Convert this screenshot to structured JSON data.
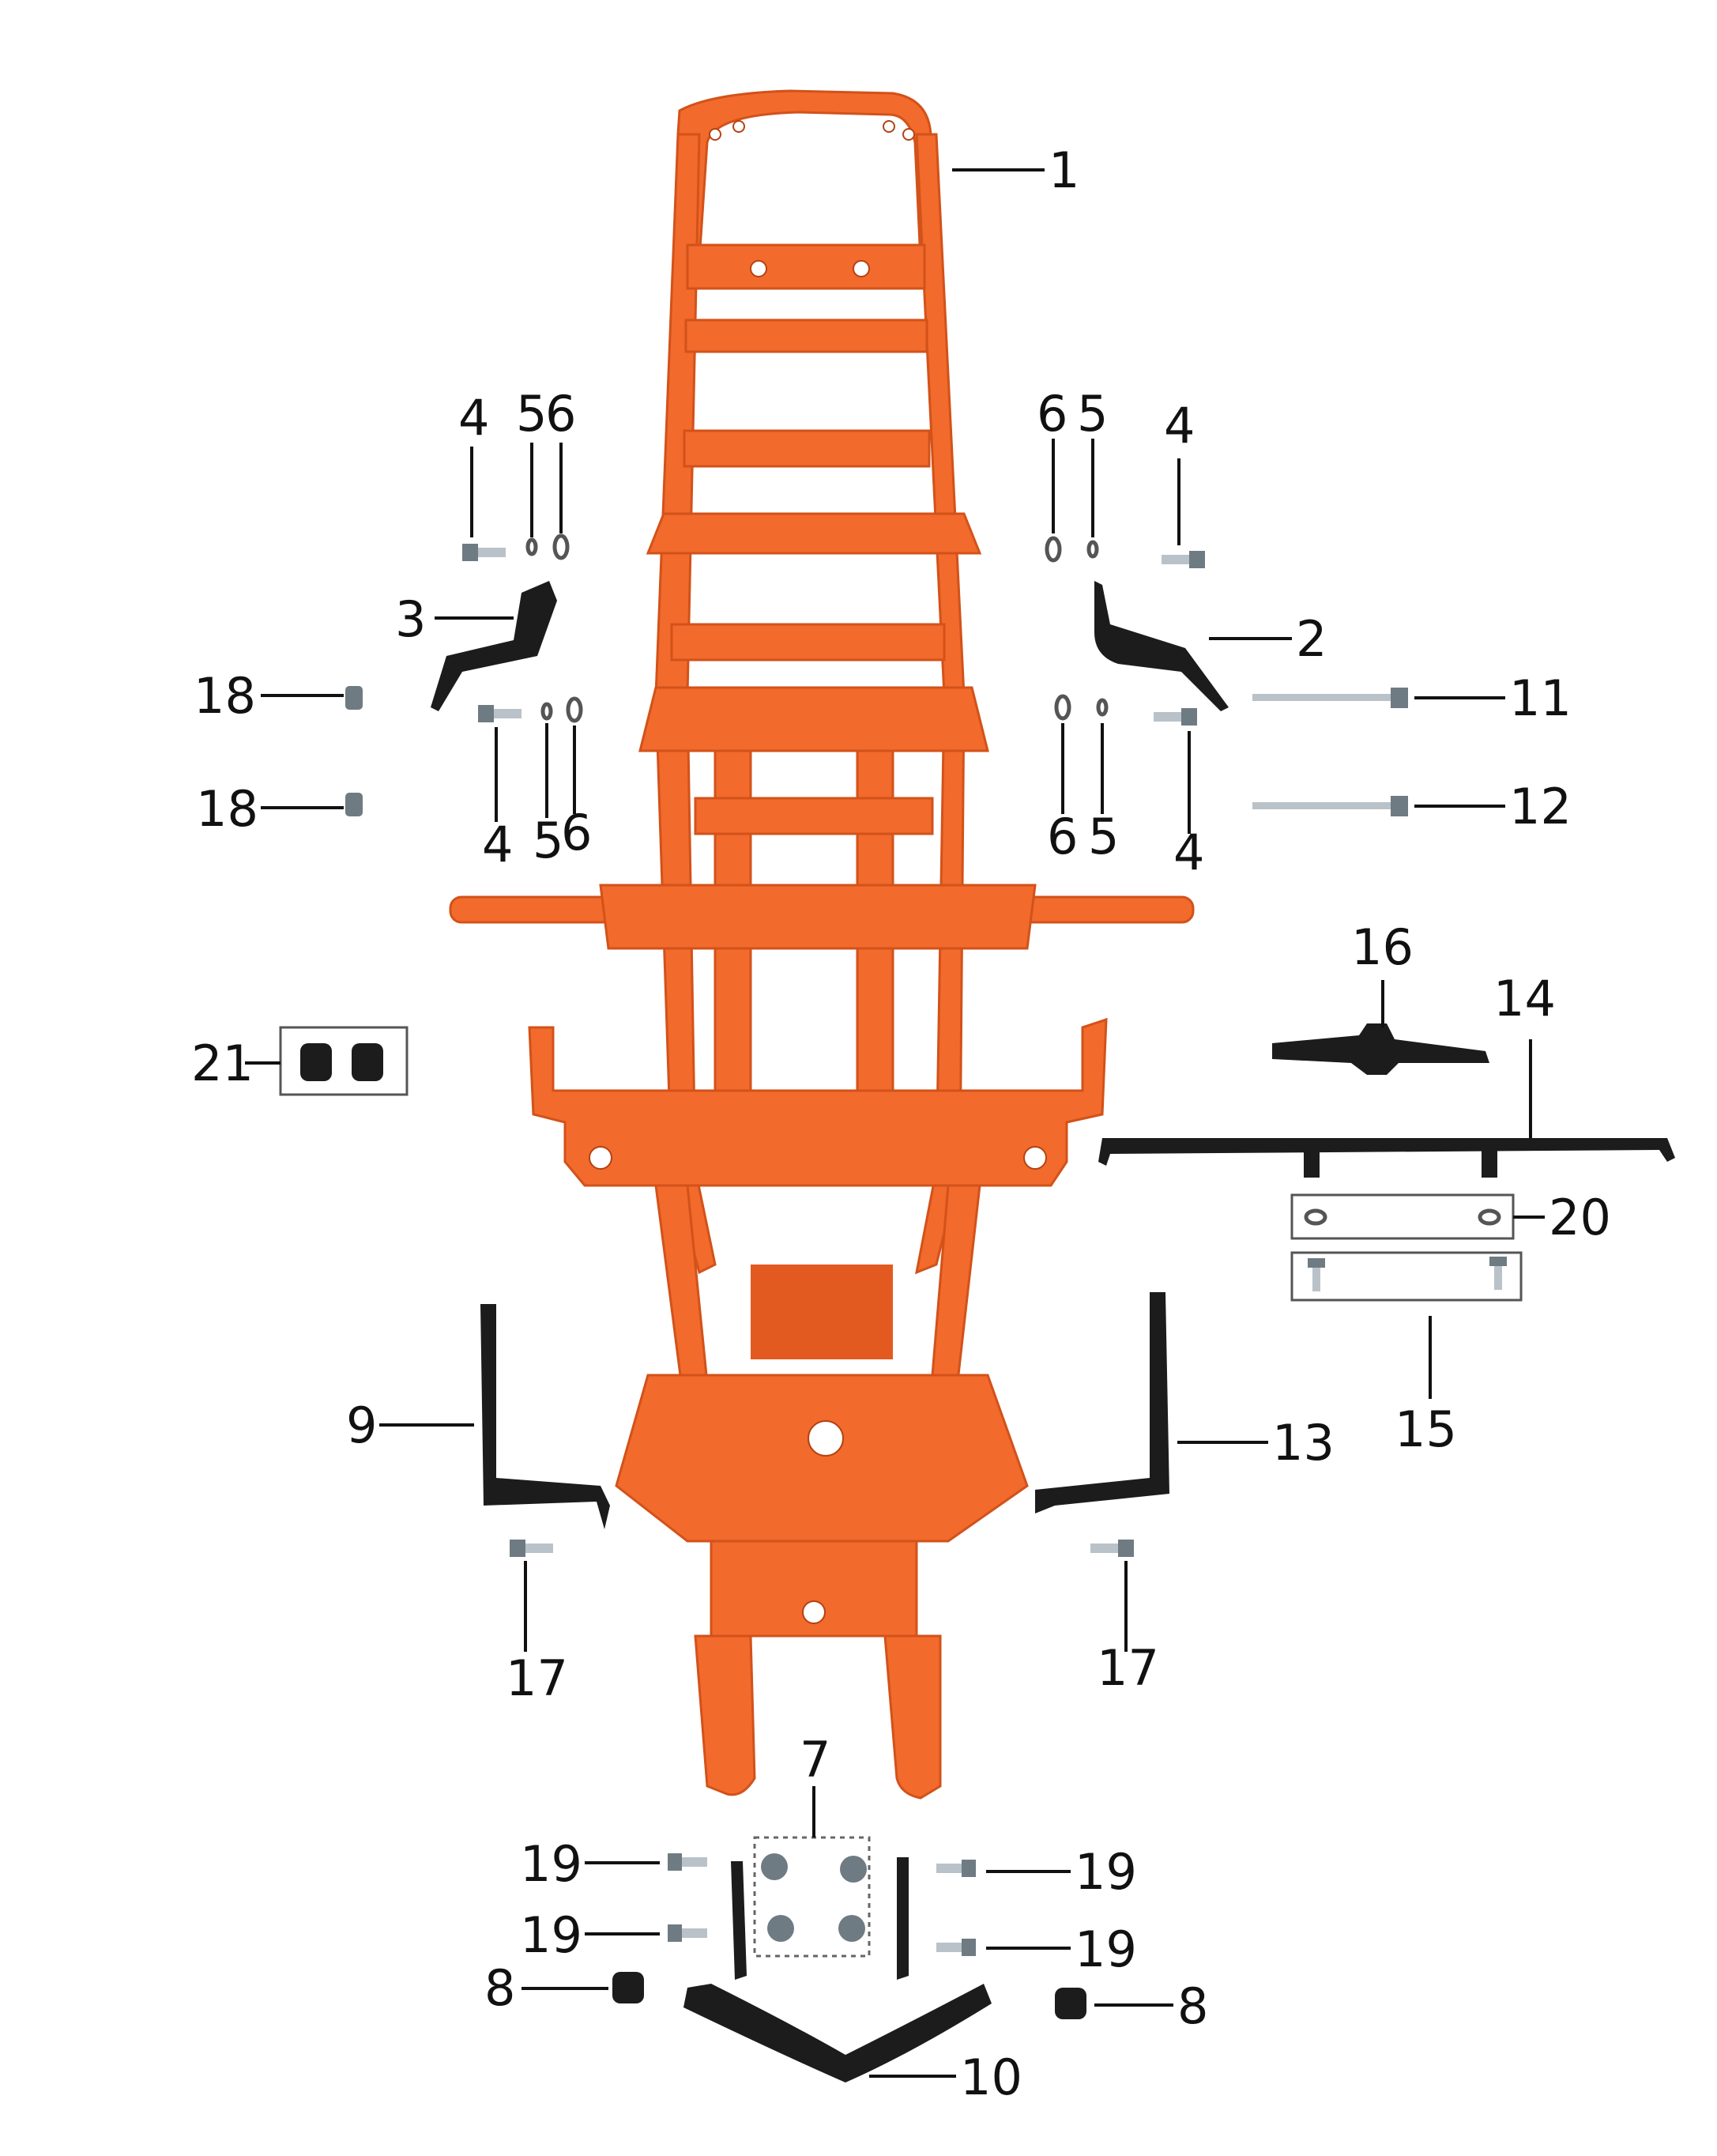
{
  "diagram": {
    "labels": {
      "part_1": "1",
      "part_2": "2",
      "part_3": "3",
      "part_4_upper_left": "4",
      "part_5_upper_left": "5",
      "part_6_upper_left": "6",
      "part_4_lower_left": "4",
      "part_5_lower_left": "5",
      "part_6_lower_left": "6",
      "part_6_upper_right": "6",
      "part_5_upper_right": "5",
      "part_4_upper_right": "4",
      "part_6_lower_right": "6",
      "part_5_lower_right": "5",
      "part_4_lower_right": "4",
      "part_7": "7",
      "part_8_left": "8",
      "part_8_right": "8",
      "part_9": "9",
      "part_10": "10",
      "part_11": "11",
      "part_12": "12",
      "part_13": "13",
      "part_14": "14",
      "part_15": "15",
      "part_16": "16",
      "part_17_left": "17",
      "part_17_right": "17",
      "part_18_upper": "18",
      "part_18_lower": "18",
      "part_19_upper_left": "19",
      "part_19_lower_left": "19",
      "part_19_upper_right": "19",
      "part_19_lower_right": "19",
      "part_20": "20",
      "part_21": "21"
    },
    "colors": {
      "frame": "#f26a2c",
      "black_parts": "#1c1c1c",
      "bolts": "#6f7b83"
    }
  }
}
